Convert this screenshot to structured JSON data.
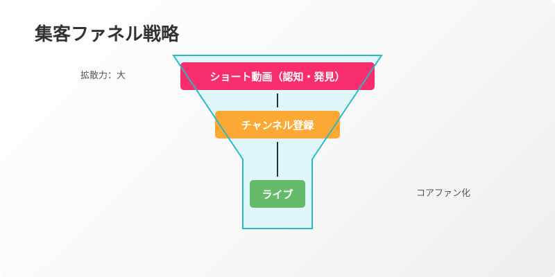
{
  "title": "集客ファネル戦略",
  "labels": {
    "left": "拡散力：大",
    "right": "コアファン化"
  },
  "stages": [
    {
      "label": "ショート動画（認知・発見）",
      "color": "#f72d6c"
    },
    {
      "label": "チャンネル登録",
      "color": "#fba834"
    },
    {
      "label": "ライブ",
      "color": "#66bb6a"
    }
  ],
  "colors": {
    "funnel_fill": "#e0f7fa",
    "funnel_stroke": "#26bac8",
    "connector": "#263238",
    "title_text": "#333333",
    "label_text": "#555555"
  }
}
